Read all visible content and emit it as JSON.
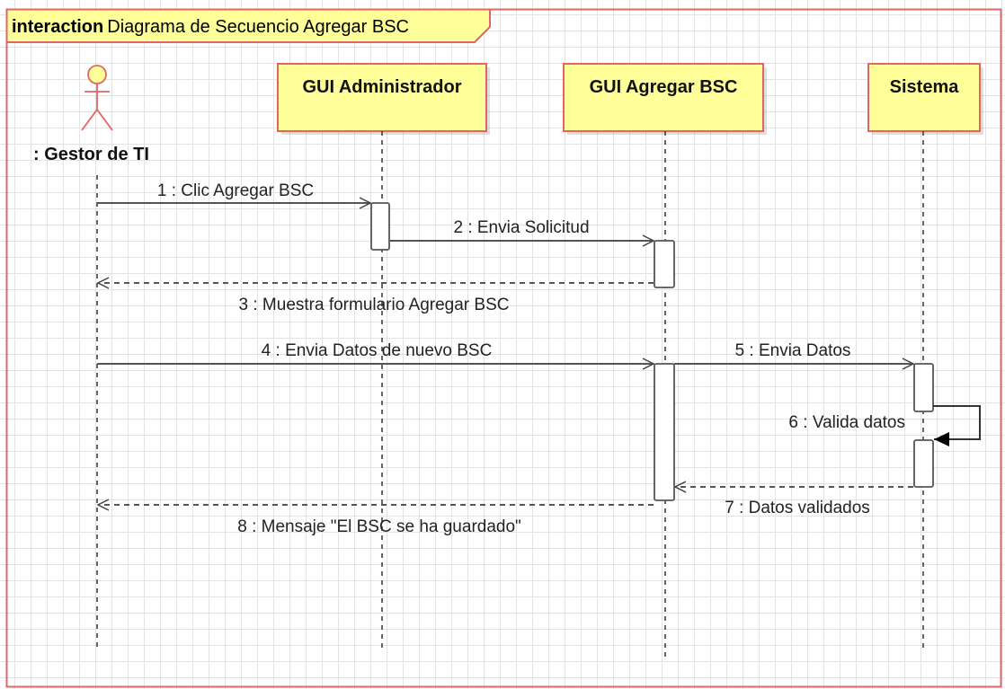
{
  "frame": {
    "keyword": "interaction",
    "title": "Diagrama de Secuencio Agregar BSC"
  },
  "actor": {
    "label": ": Gestor de TI",
    "icon": "stick-figure-icon"
  },
  "lifelines": [
    {
      "label": "GUI Administrador"
    },
    {
      "label": "GUI Agregar BSC"
    },
    {
      "label": "Sistema"
    }
  ],
  "messages": [
    {
      "label": "1 : Clic Agregar BSC"
    },
    {
      "label": "2 : Envia Solicitud"
    },
    {
      "label": "3 : Muestra formulario Agregar BSC"
    },
    {
      "label": "4 : Envia Datos de nuevo BSC"
    },
    {
      "label": "5 : Envia Datos"
    },
    {
      "label": "6 : Valida datos"
    },
    {
      "label": "7 : Datos validados"
    },
    {
      "label": "8 : Mensaje \"El BSC se ha guardado\""
    }
  ],
  "colors": {
    "frame_border": "#e06666",
    "box_fill": "#ffff99",
    "box_border": "#e06666",
    "line": "#555555"
  }
}
